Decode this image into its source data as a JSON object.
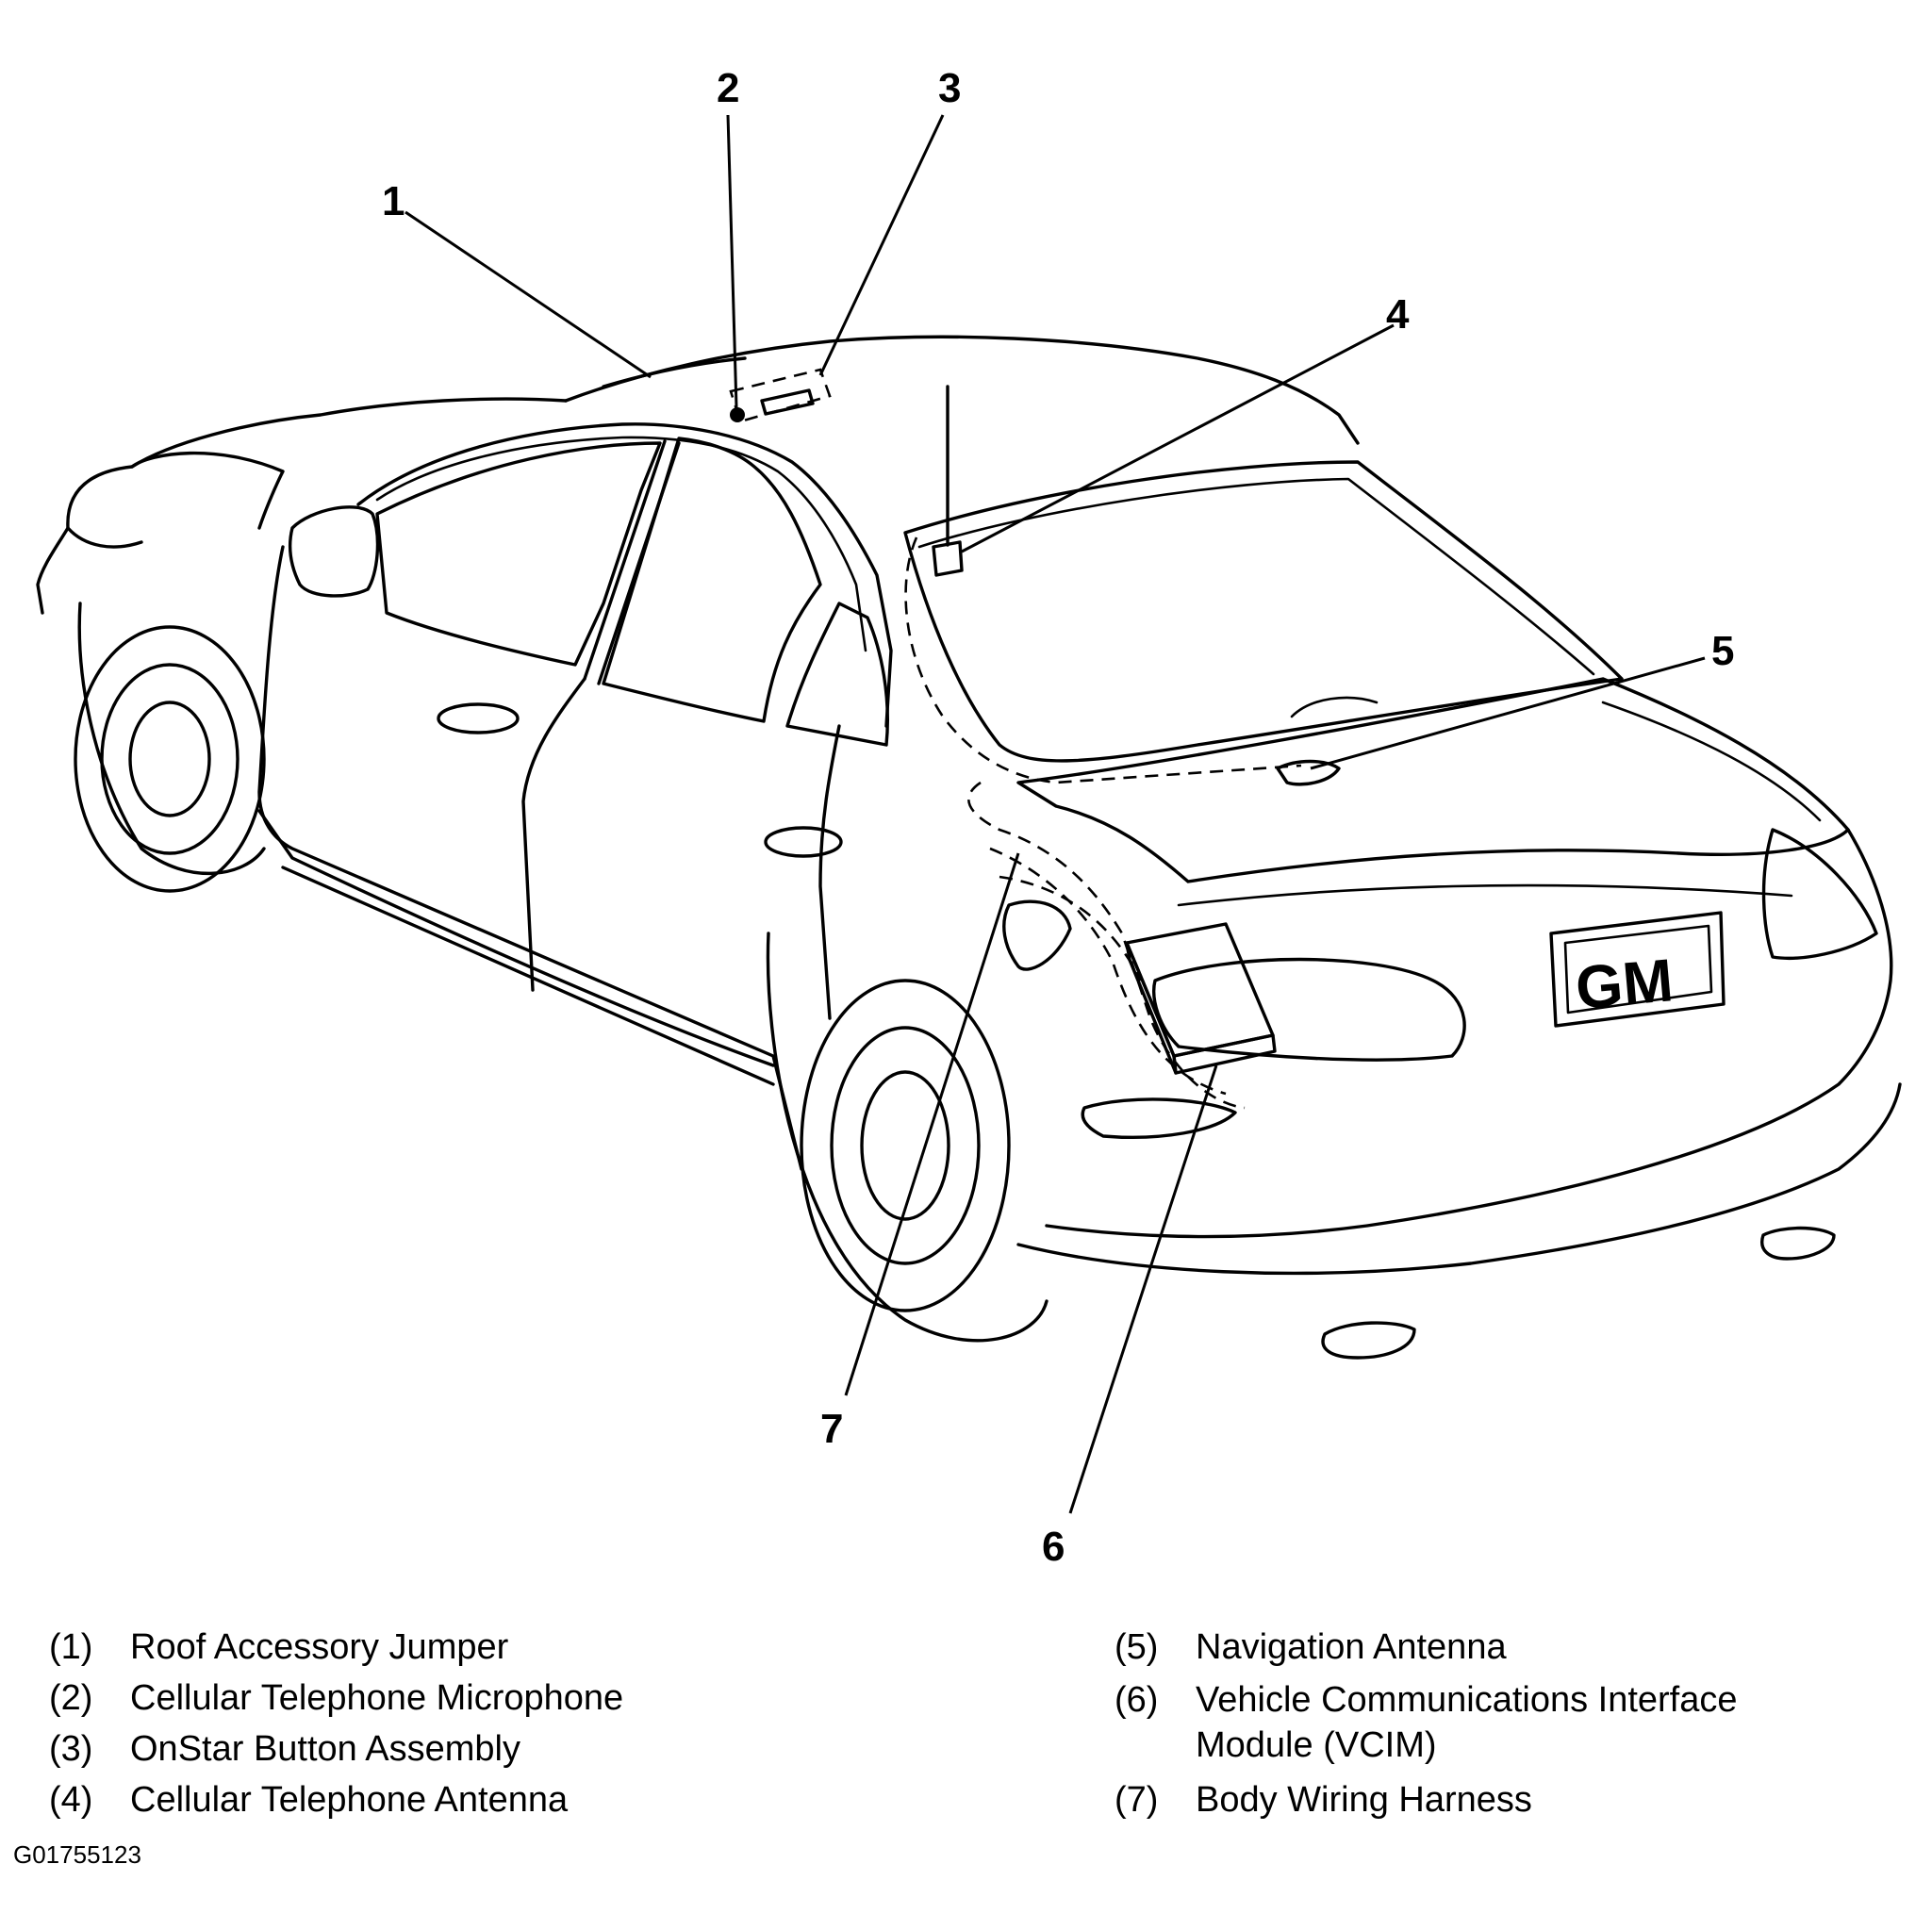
{
  "callouts": [
    "1",
    "2",
    "3",
    "4",
    "5",
    "6",
    "7"
  ],
  "plate": {
    "text": "GM"
  },
  "legend": {
    "left": [
      {
        "num": "(1)",
        "label": "Roof Accessory Jumper"
      },
      {
        "num": "(2)",
        "label": "Cellular Telephone Microphone"
      },
      {
        "num": "(3)",
        "label": "OnStar Button Assembly"
      },
      {
        "num": "(4)",
        "label": "Cellular Telephone Antenna"
      }
    ],
    "right": [
      {
        "num": "(5)",
        "label": "Navigation Antenna"
      },
      {
        "num": "(6)",
        "label": "Vehicle Communications Interface",
        "label2": "Module (VCIM)"
      },
      {
        "num": "(7)",
        "label": "Body Wiring Harness"
      }
    ]
  },
  "figure_id": "G01755123",
  "colors": {
    "ink": "#000000",
    "background": "#ffffff"
  }
}
